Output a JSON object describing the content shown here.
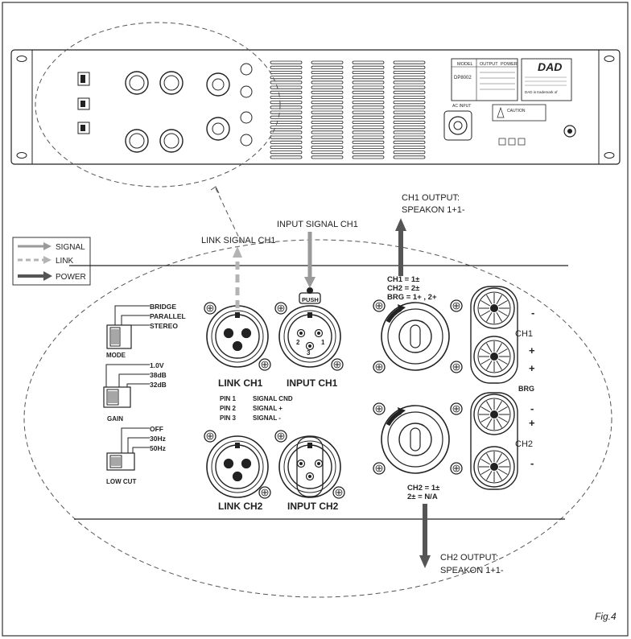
{
  "legend": {
    "signal": "SIGNAL",
    "link": "LINK",
    "power": "POWER"
  },
  "callouts": {
    "link_signal_ch1": "LINK SIGNAL CH1",
    "input_signal_ch1": "INPUT SIGNAL CH1",
    "ch1_output_line1": "CH1 OUTPUT:",
    "ch1_output_line2": "SPEAKON 1+1-",
    "ch2_output_line1": "CH2 OUTPUT:",
    "ch2_output_line2": "SPEAKON 1+1-"
  },
  "mode_switch": {
    "options": [
      "BRIDGE",
      "PARALLEL",
      "STEREO"
    ],
    "label": "MODE"
  },
  "gain_switch": {
    "options": [
      "1.0V",
      "38dB",
      "32dB"
    ],
    "label": "GAIN"
  },
  "lowcut_switch": {
    "options": [
      "OFF",
      "30Hz",
      "50Hz"
    ],
    "label": "LOW CUT"
  },
  "connectors": {
    "link_ch1": "LINK CH1",
    "input_ch1": "INPUT CH1",
    "link_ch2": "LINK CH2",
    "input_ch2": "INPUT CH2",
    "push": "PUSH"
  },
  "pins": {
    "rows": [
      {
        "pin": "PIN 1",
        "signal": "SIGNAL CND"
      },
      {
        "pin": "PIN 2",
        "signal": "SIGNAL +"
      },
      {
        "pin": "PIN 3",
        "signal": "SIGNAL -"
      }
    ]
  },
  "speakon_ch1": {
    "line1": "CH1 = 1±",
    "line2": "CH2 = 2±",
    "line3": "BRG = 1+ , 2+"
  },
  "speakon_ch2": {
    "line1": "CH2 = 1±",
    "line2": "2± = N/A"
  },
  "binding_posts": {
    "ch1": "CH1",
    "brg": "BRG",
    "ch2": "CH2",
    "minus": "-",
    "plus": "+"
  },
  "xlr_pin_numbers": {
    "one": "1",
    "two": "2",
    "three": "3"
  },
  "rear_panel": {
    "brand": "DAD",
    "model_header": "MODEL",
    "output_header": "OUTPUT",
    "power_header": "POWER",
    "model": "DP8002",
    "ac_input": "AC INPUT",
    "caution": "CAUTION",
    "trademark": "DAD is trademark of"
  },
  "figure_label": "Fig.4"
}
